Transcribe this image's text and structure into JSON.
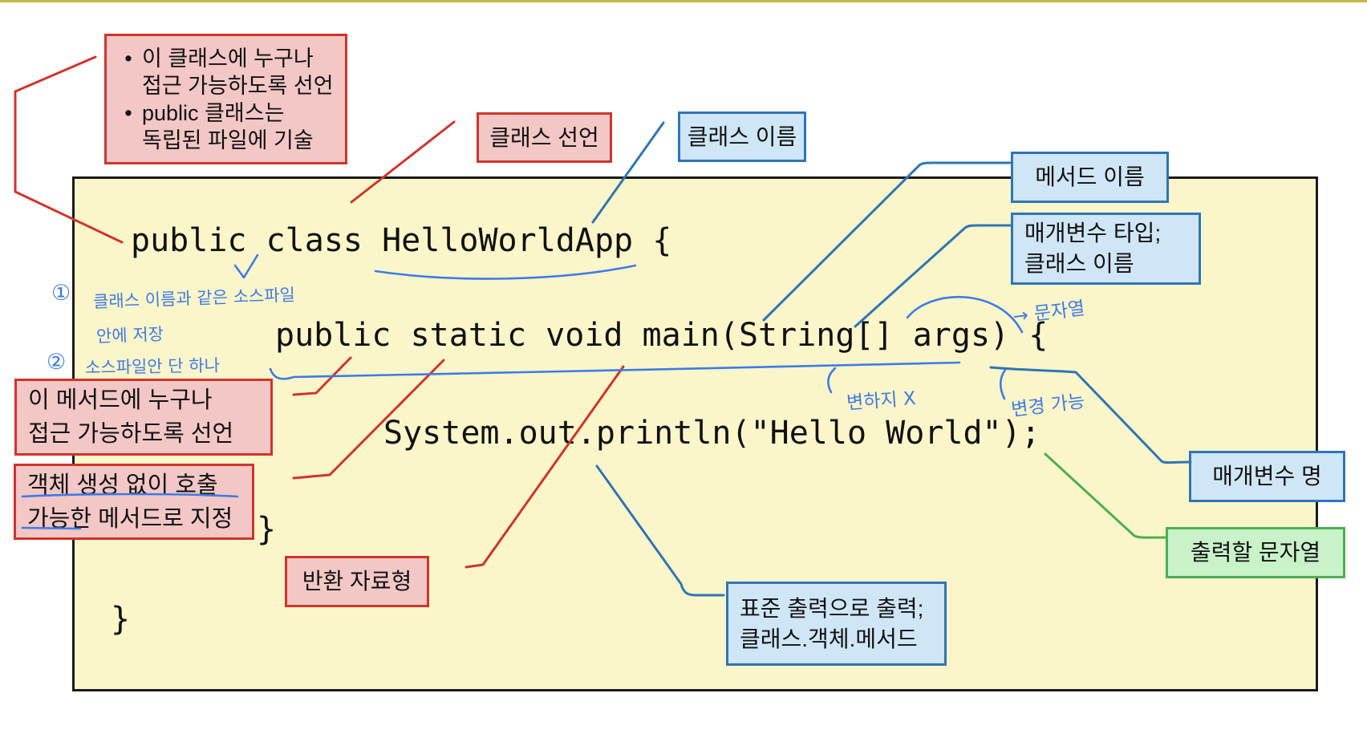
{
  "colors": {
    "top_bar": "#c9b24b",
    "code_box_bg": "#faf6c9",
    "code_box_border": "#1a1a1a",
    "red_box_bg": "#f2c7c5",
    "red_box_border": "#d0342c",
    "blue_box_bg": "#cfe6f7",
    "blue_box_border": "#2e75b6",
    "green_box_bg": "#c9f2c9",
    "green_box_border": "#4caf50",
    "handwriting_blue": "#3e7be8",
    "code_text": "#111111"
  },
  "code": {
    "line1": "public class HelloWorldApp {",
    "line2": "public static void main(String[] args) {",
    "line3": "System.out.println(\"Hello World\");",
    "line4": "}",
    "line5": "}"
  },
  "callouts": {
    "top_left": {
      "bullet_char": "•",
      "b1l1": "이 클래스에 누구나",
      "b1l2": "접근 가능하도록 선언",
      "b2l1": "public 클래스는",
      "b2l2": "독립된 파일에 기술"
    },
    "class_decl": "클래스 선언",
    "class_name": "클래스 이름",
    "method_name": "메서드 이름",
    "param_type_l1": "매개변수 타입;",
    "param_type_l2": "클래스 이름",
    "method_access_l1": "이 메서드에 누구나",
    "method_access_l2": "접근 가능하도록 선언",
    "static_note_l1": "객체 생성 없이 호출",
    "static_note_l2": "가능한 메서드로 지정",
    "return_type": "반환 자료형",
    "stdout_l1": "표준 출력으로 출력;",
    "stdout_l2": "클래스.객체.메서드",
    "param_name": "매개변수 명",
    "output_string": "출력할 문자열"
  },
  "handwritten": {
    "num1": "①",
    "note1_l1": "클래스 이름과 같은 소스파일",
    "note1_l2": "안에 저장",
    "num2": "②",
    "note2": "소스파일안 단 하나",
    "unchanging": "변하지 X",
    "changeable": "변경 가능",
    "string_note": "→ 문자열"
  }
}
